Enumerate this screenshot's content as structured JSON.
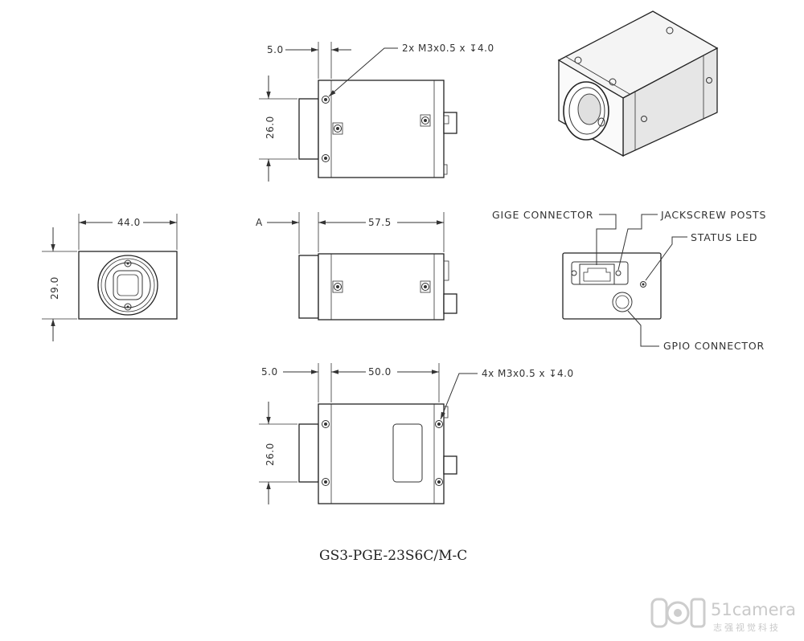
{
  "dimensions": {
    "top_offset": "5.0",
    "top_height": "26.0",
    "front_width": "44.0",
    "front_height": "29.0",
    "side_datum": "A",
    "side_length": "57.5",
    "bottom_offset": "5.0",
    "bottom_length": "50.0",
    "bottom_height": "26.0"
  },
  "notes": {
    "top_holes": "2x M3x0.5 x ↧4.0",
    "bottom_holes": "4x M3x0.5 x ↧4.0"
  },
  "callouts": {
    "gige": "GIGE CONNECTOR",
    "jackscrew": "JACKSCREW POSTS",
    "status_led": "STATUS LED",
    "gpio": "GPIO CONNECTOR"
  },
  "model": "GS3-PGE-23S6C/M-C",
  "watermark": {
    "brand": "51camera",
    "tagline": "志强视觉科技"
  }
}
